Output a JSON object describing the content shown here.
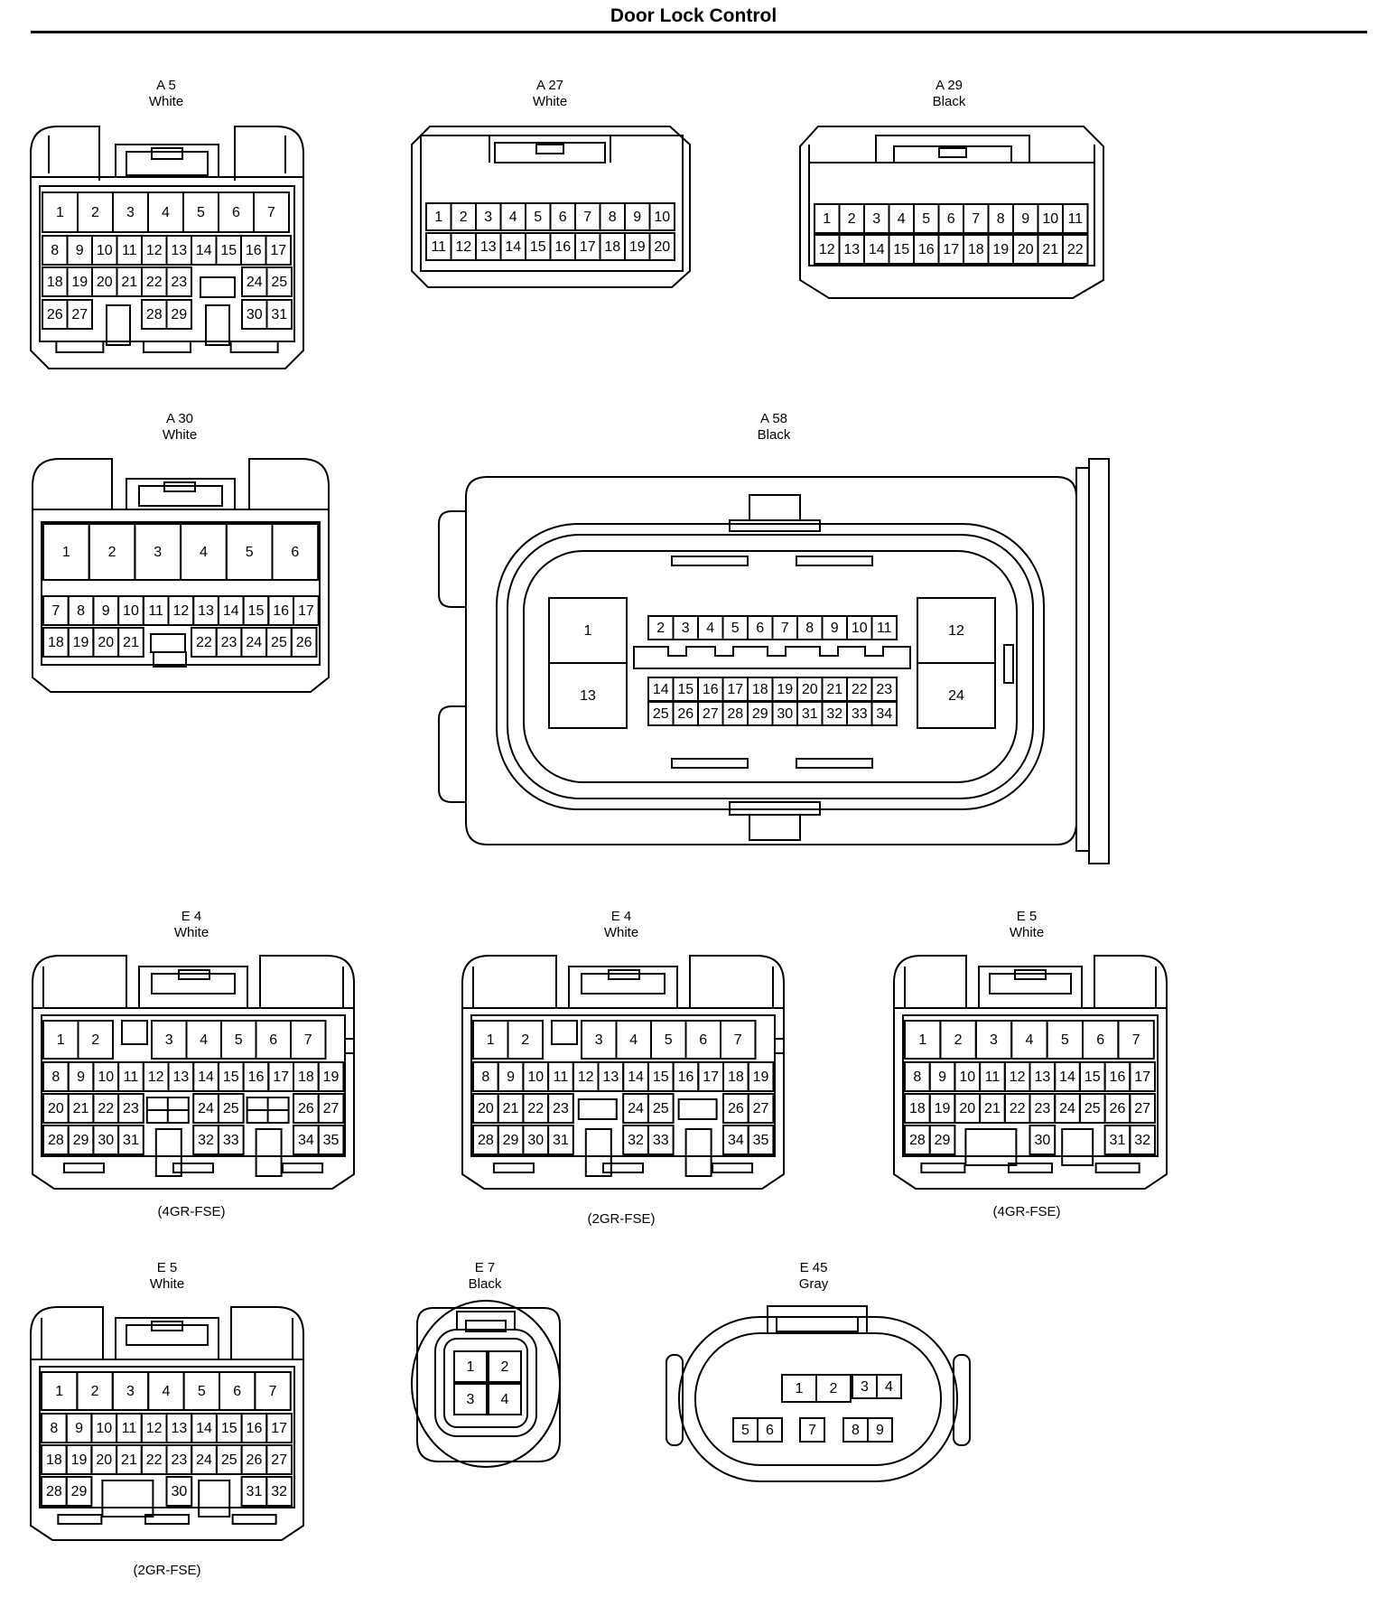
{
  "title": "Door Lock Control",
  "connectors": [
    {
      "key": "a5",
      "id": "A 5",
      "color": "White",
      "note": "",
      "rows": [
        [
          "1",
          "2",
          "3",
          "4",
          "5",
          "6",
          "7"
        ],
        [
          "8",
          "9",
          "10",
          "11",
          "12",
          "13",
          "14",
          "15",
          "16",
          "17"
        ],
        [
          "18",
          "19",
          "20",
          "21",
          "22",
          "23",
          "24",
          "25"
        ],
        [
          "26",
          "27",
          "28",
          "29",
          "30",
          "31"
        ]
      ]
    },
    {
      "key": "a27",
      "id": "A 27",
      "color": "White",
      "note": "",
      "rows": [
        [
          "1",
          "2",
          "3",
          "4",
          "5",
          "6",
          "7",
          "8",
          "9",
          "10"
        ],
        [
          "11",
          "12",
          "13",
          "14",
          "15",
          "16",
          "17",
          "18",
          "19",
          "20"
        ]
      ]
    },
    {
      "key": "a29",
      "id": "A 29",
      "color": "Black",
      "note": "",
      "rows": [
        [
          "1",
          "2",
          "3",
          "4",
          "5",
          "6",
          "7",
          "8",
          "9",
          "10",
          "11"
        ],
        [
          "12",
          "13",
          "14",
          "15",
          "16",
          "17",
          "18",
          "19",
          "20",
          "21",
          "22"
        ]
      ]
    },
    {
      "key": "a30",
      "id": "A 30",
      "color": "White",
      "note": "",
      "rows": [
        [
          "1",
          "2",
          "3",
          "4",
          "5",
          "6"
        ],
        [
          "7",
          "8",
          "9",
          "10",
          "11",
          "12",
          "13",
          "14",
          "15",
          "16",
          "17"
        ],
        [
          "18",
          "19",
          "20",
          "21",
          "22",
          "23",
          "24",
          "25",
          "26"
        ]
      ]
    },
    {
      "key": "a58",
      "id": "A 58",
      "color": "Black",
      "note": "",
      "rows": [
        [
          "1",
          "12"
        ],
        [
          "2",
          "3",
          "4",
          "5",
          "6",
          "7",
          "8",
          "9",
          "10",
          "11"
        ],
        [
          "13",
          "24"
        ],
        [
          "14",
          "15",
          "16",
          "17",
          "18",
          "19",
          "20",
          "21",
          "22",
          "23"
        ],
        [
          "25",
          "26",
          "27",
          "28",
          "29",
          "30",
          "31",
          "32",
          "33",
          "34"
        ]
      ]
    },
    {
      "key": "e4a",
      "id": "E 4",
      "color": "White",
      "note": "(4GR-FSE)",
      "rows": [
        [
          "1",
          "2",
          "3",
          "4",
          "5",
          "6",
          "7"
        ],
        [
          "8",
          "9",
          "10",
          "11",
          "12",
          "13",
          "14",
          "15",
          "16",
          "17",
          "18",
          "19"
        ],
        [
          "20",
          "21",
          "22",
          "23",
          "24",
          "25",
          "26",
          "27"
        ],
        [
          "28",
          "29",
          "30",
          "31",
          "32",
          "33",
          "34",
          "35"
        ]
      ]
    },
    {
      "key": "e4b",
      "id": "E 4",
      "color": "White",
      "note": "(2GR-FSE)",
      "rows": [
        [
          "1",
          "2",
          "3",
          "4",
          "5",
          "6",
          "7"
        ],
        [
          "8",
          "9",
          "10",
          "11",
          "12",
          "13",
          "14",
          "15",
          "16",
          "17",
          "18",
          "19"
        ],
        [
          "20",
          "21",
          "22",
          "23",
          "24",
          "25",
          "26",
          "27"
        ],
        [
          "28",
          "29",
          "30",
          "31",
          "32",
          "33",
          "34",
          "35"
        ]
      ]
    },
    {
      "key": "e5a",
      "id": "E 5",
      "color": "White",
      "note": "(4GR-FSE)",
      "rows": [
        [
          "1",
          "2",
          "3",
          "4",
          "5",
          "6",
          "7"
        ],
        [
          "8",
          "9",
          "10",
          "11",
          "12",
          "13",
          "14",
          "15",
          "16",
          "17"
        ],
        [
          "18",
          "19",
          "20",
          "21",
          "22",
          "23",
          "24",
          "25",
          "26",
          "27"
        ],
        [
          "28",
          "29",
          "30",
          "31",
          "32"
        ]
      ]
    },
    {
      "key": "e5b",
      "id": "E 5",
      "color": "White",
      "note": "(2GR-FSE)",
      "rows": [
        [
          "1",
          "2",
          "3",
          "4",
          "5",
          "6",
          "7"
        ],
        [
          "8",
          "9",
          "10",
          "11",
          "12",
          "13",
          "14",
          "15",
          "16",
          "17"
        ],
        [
          "18",
          "19",
          "20",
          "21",
          "22",
          "23",
          "24",
          "25",
          "26",
          "27"
        ],
        [
          "28",
          "29",
          "30",
          "31",
          "32"
        ]
      ]
    },
    {
      "key": "e7",
      "id": "E 7",
      "color": "Black",
      "note": "",
      "rows": [
        [
          "1",
          "2"
        ],
        [
          "3",
          "4"
        ]
      ]
    },
    {
      "key": "e45",
      "id": "E 45",
      "color": "Gray",
      "note": "",
      "rows": [
        [
          "1",
          "2",
          "3",
          "4"
        ],
        [
          "5",
          "6",
          "7",
          "8",
          "9"
        ]
      ]
    }
  ]
}
